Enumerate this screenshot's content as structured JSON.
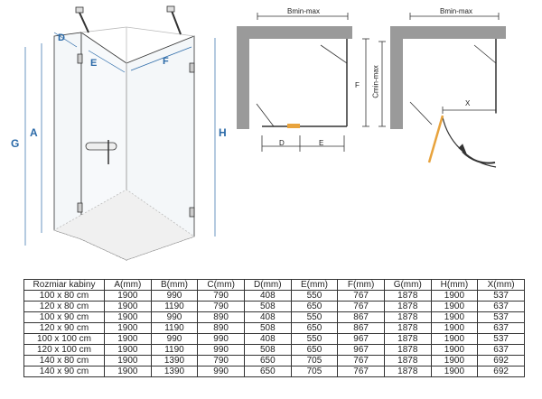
{
  "perspective_view": {
    "dimension_letters": [
      "D",
      "E",
      "F",
      "G",
      "A",
      "H"
    ]
  },
  "plan_left": {
    "top_label": "Bmin-max",
    "right_label": "F",
    "bottom_labels": [
      "D",
      "E"
    ]
  },
  "plan_right": {
    "top_label": "Bmin-max",
    "left_label": "Cmin-max",
    "x_label": "X"
  },
  "colors": {
    "dimension_blue": "#2b6aa8",
    "wall_gray": "#9a9a9a",
    "door_swing_orange": "#e8a33d"
  },
  "table": {
    "headers": [
      "Rozmiar kabiny",
      "A(mm)",
      "B(mm)",
      "C(mm)",
      "D(mm)",
      "E(mm)",
      "F(mm)",
      "G(mm)",
      "H(mm)",
      "X(mm)"
    ],
    "rows": [
      [
        "100 x 80 cm",
        "1900",
        "990",
        "790",
        "408",
        "550",
        "767",
        "1878",
        "1900",
        "537"
      ],
      [
        "120 x 80 cm",
        "1900",
        "1190",
        "790",
        "508",
        "650",
        "767",
        "1878",
        "1900",
        "637"
      ],
      [
        "100 x 90 cm",
        "1900",
        "990",
        "890",
        "408",
        "550",
        "867",
        "1878",
        "1900",
        "537"
      ],
      [
        "120 x 90 cm",
        "1900",
        "1190",
        "890",
        "508",
        "650",
        "867",
        "1878",
        "1900",
        "637"
      ],
      [
        "100 x 100 cm",
        "1900",
        "990",
        "990",
        "408",
        "550",
        "967",
        "1878",
        "1900",
        "537"
      ],
      [
        "120 x 100 cm",
        "1900",
        "1190",
        "990",
        "508",
        "650",
        "967",
        "1878",
        "1900",
        "637"
      ],
      [
        "140 x 80 cm",
        "1900",
        "1390",
        "790",
        "650",
        "705",
        "767",
        "1878",
        "1900",
        "692"
      ],
      [
        "140 x 90 cm",
        "1900",
        "1390",
        "990",
        "650",
        "705",
        "767",
        "1878",
        "1900",
        "692"
      ]
    ]
  }
}
